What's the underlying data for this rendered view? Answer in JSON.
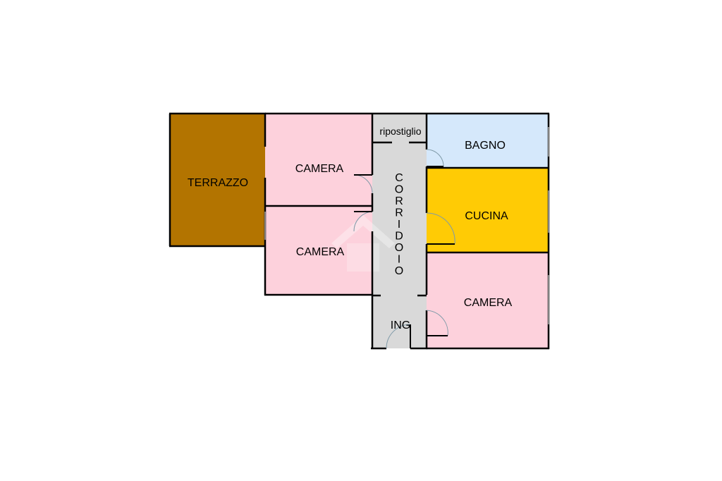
{
  "rooms": {
    "terrazzo": {
      "label": "TERRAZZO",
      "color": "#b37400"
    },
    "camera_top": {
      "label": "CAMERA",
      "color": "#fdd1dc"
    },
    "camera_mid": {
      "label": "CAMERA",
      "color": "#fdd1dc"
    },
    "camera_right": {
      "label": "CAMERA",
      "color": "#fdd1dc"
    },
    "bagno": {
      "label": "BAGNO",
      "color": "#d5e8fb"
    },
    "cucina": {
      "label": "CUCINA",
      "color": "#ffcb05"
    },
    "ripostiglio": {
      "label": "ripostiglio",
      "color": "#d9d9d9"
    },
    "corridoio": {
      "label": "CORRIDOIO",
      "letters": [
        "C",
        "O",
        "R",
        "R",
        "I",
        "D",
        "O",
        "I",
        "O"
      ],
      "color": "#d9d9d9"
    },
    "ingresso": {
      "label": "ING",
      "color": "#d9d9d9"
    }
  },
  "wall_color": "#000000",
  "watermark_icon": "house-watermark-icon"
}
